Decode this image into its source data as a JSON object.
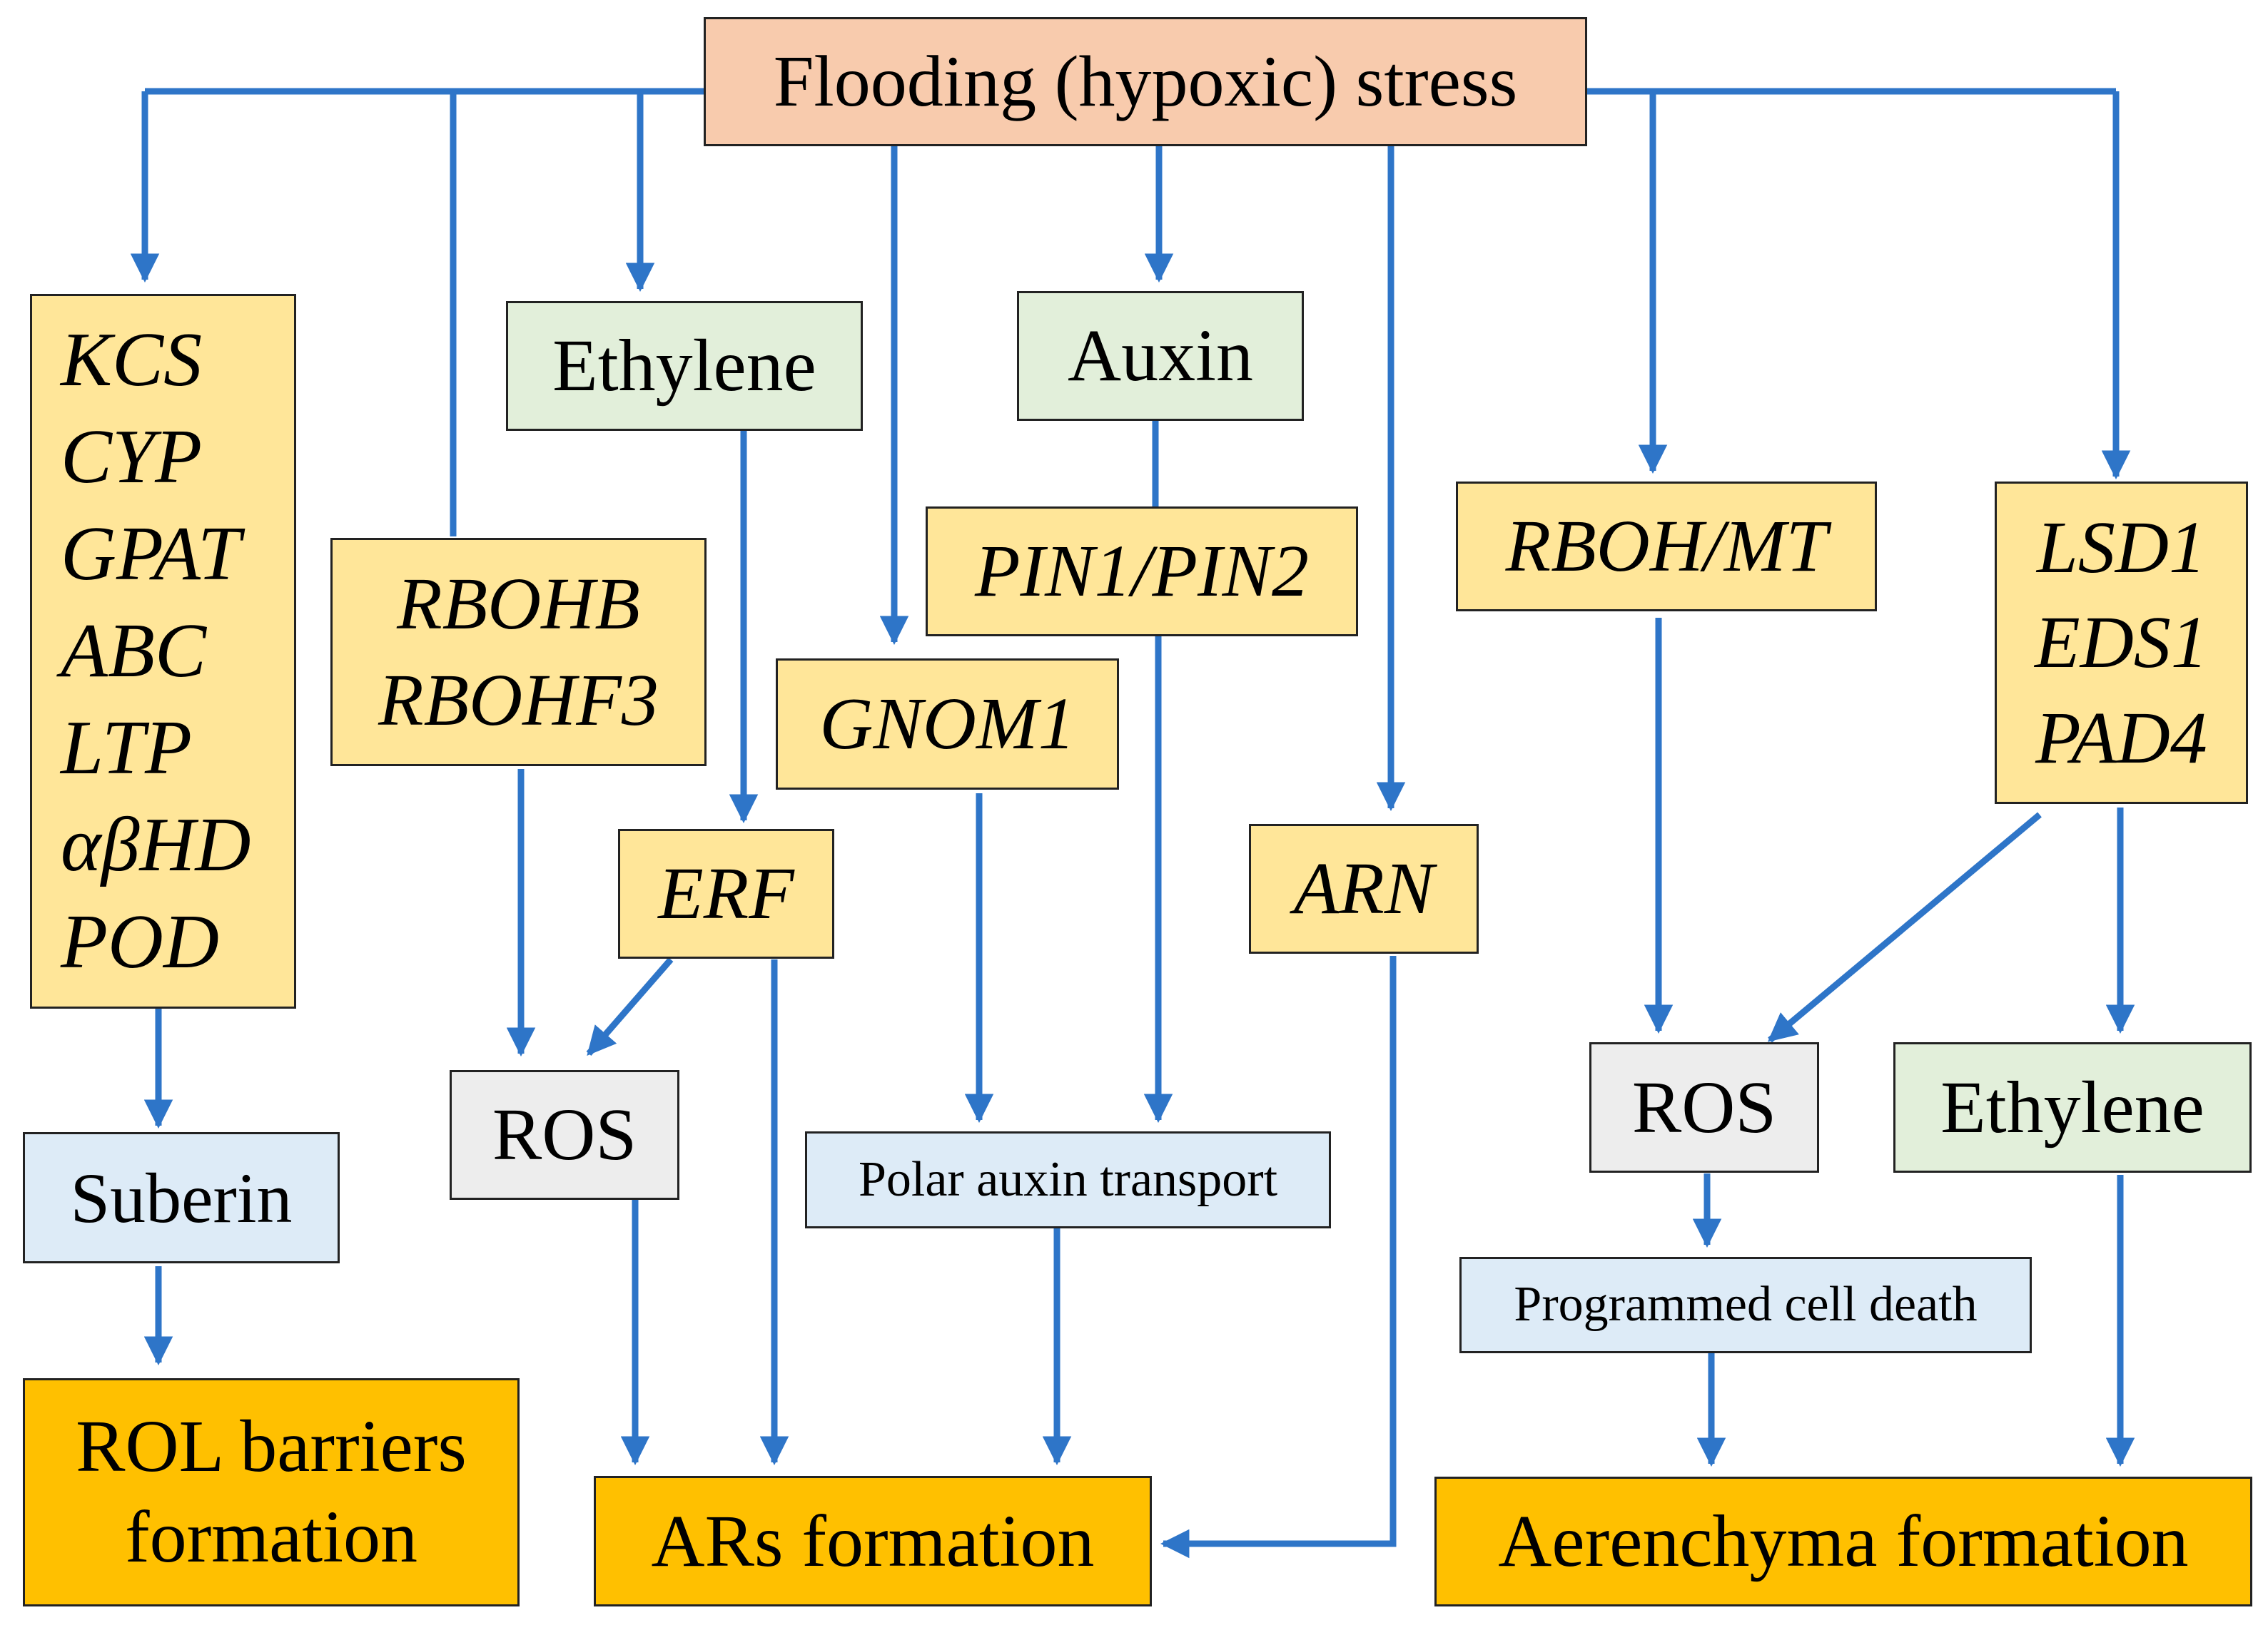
{
  "diagram": {
    "root": "Flooding (hypoxic) stress",
    "suberin_genes": [
      "KCS",
      "CYP",
      "GPAT",
      "ABC",
      "LTP",
      "αβHD",
      "POD"
    ],
    "suberin": "Suberin",
    "rol_barriers": [
      "ROL barriers",
      "formation"
    ],
    "rbohb_genes": [
      "RBOHB",
      "RBOHF3"
    ],
    "ethylene_left": "Ethylene",
    "erf": "ERF",
    "ros_left": "ROS",
    "auxin": "Auxin",
    "pin": "PIN1/PIN2",
    "gnom": "GNOM1",
    "polar_auxin": "Polar auxin transport",
    "arn": "ARN",
    "ars_formation": "ARs formation",
    "rboh_mt": "RBOH/MT",
    "lsd_genes": [
      "LSD1",
      "EDS1",
      "PAD4"
    ],
    "ros_right": "ROS",
    "ethylene_right": "Ethylene",
    "pcd": "Programmed cell death",
    "aerenchyma": "Aerenchyma formation",
    "colors": {
      "arrow": "#2e75c8",
      "stress": "#f8cbad",
      "hormone": "#e2efda",
      "gene": "#ffe699",
      "process": "#ddebf7",
      "ros": "#ededed",
      "outcome": "#ffc000"
    }
  }
}
